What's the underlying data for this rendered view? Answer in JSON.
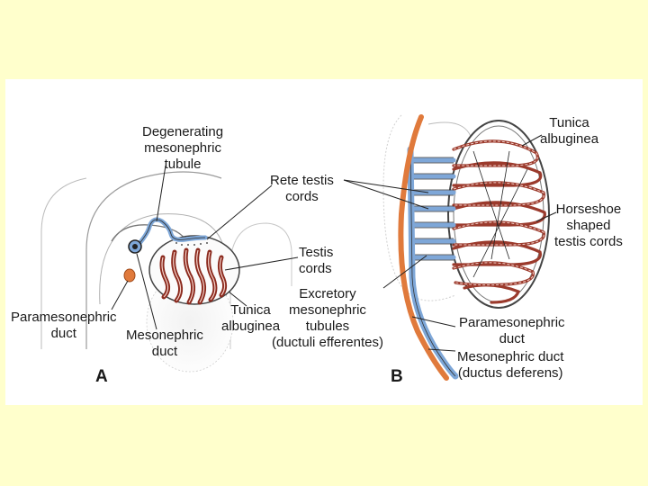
{
  "figure": {
    "panel_a": {
      "letter": "A",
      "labels": {
        "degenerating_tubule": [
          "Degenerating",
          "mesonephric",
          "tubule"
        ],
        "testis_cords": [
          "Testis",
          "cords"
        ],
        "paramesonephric_duct": [
          "Paramesonephric",
          "duct"
        ],
        "mesonephric_duct": [
          "Mesonephric",
          "duct"
        ],
        "tunica_albuginea": [
          "Tunica",
          "albuginea"
        ]
      }
    },
    "panel_b": {
      "letter": "B",
      "labels": {
        "rete_testis_cords": [
          "Rete testis",
          "cords"
        ],
        "tunica_albuginea": [
          "Tunica",
          "albuginea"
        ],
        "horseshoe_cords": [
          "Horseshoe",
          "shaped",
          "testis cords"
        ],
        "excretory_tubules": [
          "Excretory",
          "mesonephric",
          "tubules",
          "(ductuli efferentes)"
        ],
        "paramesonephric_duct": [
          "Paramesonephric",
          "duct"
        ],
        "mesonephric_duct": [
          "Mesonephric duct",
          "(ductus deferens)"
        ]
      }
    },
    "colors": {
      "background": "#ffffcc",
      "mesonephric_duct": "#7ea7d8",
      "paramesonephric_duct": "#e07a3c",
      "testis_cords": "#8b2a1e",
      "outline": "#444444"
    }
  }
}
